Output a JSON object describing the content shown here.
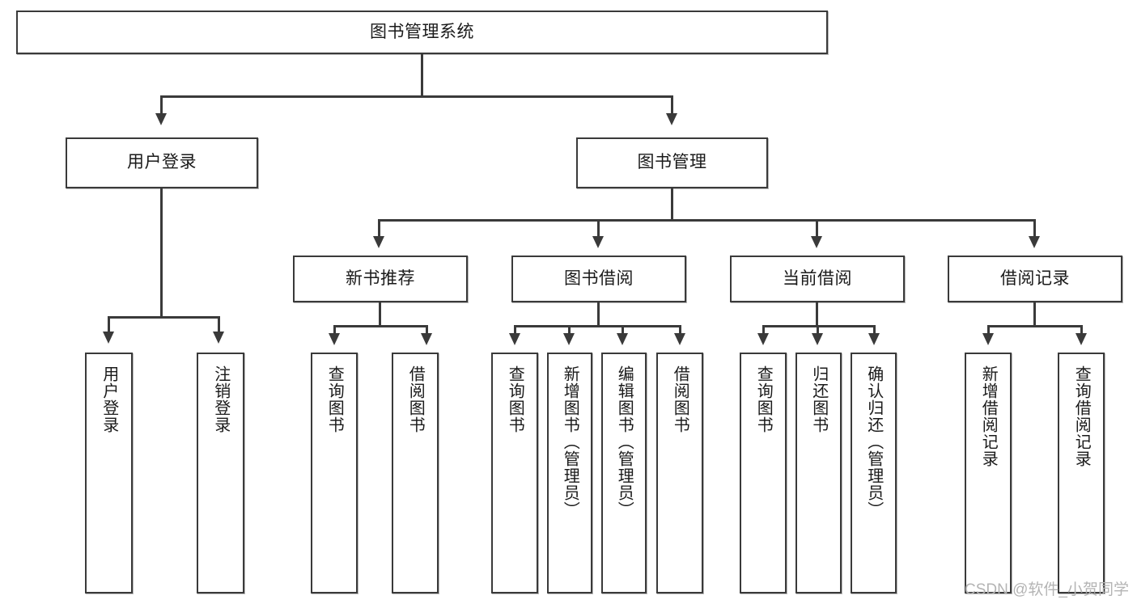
{
  "diagram": {
    "title": "图书管理系统",
    "type": "functional-decomposition-tree",
    "root": {
      "label": "图书管理系统"
    },
    "level2": [
      {
        "label": "用户登录"
      },
      {
        "label": "图书管理"
      }
    ],
    "level3": [
      {
        "label": "新书推荐"
      },
      {
        "label": "图书借阅"
      },
      {
        "label": "当前借阅"
      },
      {
        "label": "借阅记录"
      }
    ],
    "leaves": {
      "user_login": [
        {
          "label": "用户登录"
        },
        {
          "label": "注销登录"
        }
      ],
      "new_book_recommend": [
        {
          "label": "查询图书"
        },
        {
          "label": "借阅图书"
        }
      ],
      "book_borrow": [
        {
          "label": "查询图书"
        },
        {
          "label": "新增图书（管理员）"
        },
        {
          "label": "编辑图书（管理员）"
        },
        {
          "label": "借阅图书"
        }
      ],
      "current_borrow": [
        {
          "label": "查询图书"
        },
        {
          "label": "归还图书"
        },
        {
          "label": "确认归还（管理员）"
        }
      ],
      "borrow_record": [
        {
          "label": "新增借阅记录"
        },
        {
          "label": "查询借阅记录"
        }
      ]
    }
  },
  "watermark": {
    "text": "CSDN @软件_小贺同学"
  },
  "colors": {
    "stroke": "#3a3a3a",
    "background": "#ffffff",
    "text": "#1a1a1a",
    "watermark": "#b4b4b4"
  }
}
